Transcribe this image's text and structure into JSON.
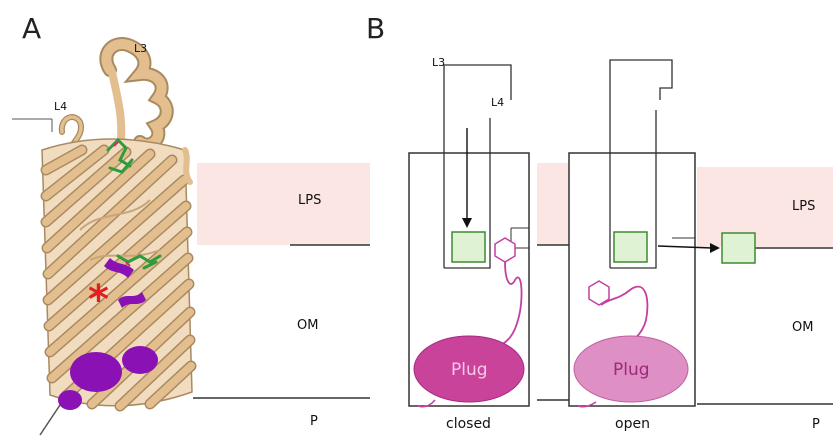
{
  "panels": {
    "a": "A",
    "b": "B"
  },
  "panel_a": {
    "loop_l3": "L3",
    "loop_l4": "L4",
    "layer_lps": "LPS",
    "layer_om": "OM",
    "layer_p": "P",
    "marker": "*"
  },
  "panel_b": {
    "loop_l3": "L3",
    "loop_l4": "L4",
    "plug_closed": "Plug",
    "plug_open": "Plug",
    "layer_lps": "LPS",
    "layer_om": "OM",
    "layer_p": "P",
    "state_closed": "closed",
    "state_open": "open"
  },
  "colors": {
    "protein": "#e3bf90",
    "protein_edge": "#a98a5f",
    "lps_band": "#fbe6e4",
    "plug_closed": "#c9439b",
    "plug_closed_text": "#f6c9e6",
    "plug_open": "#de8fc4",
    "plug_open_text": "#9c2a78",
    "substrate_fill": "#dff3d4",
    "substrate_edge": "#3e8a30",
    "tether": "#c53fa0",
    "purple_helix": "#8a11b3",
    "marker": "#e41e1e",
    "lines": "#333333"
  }
}
